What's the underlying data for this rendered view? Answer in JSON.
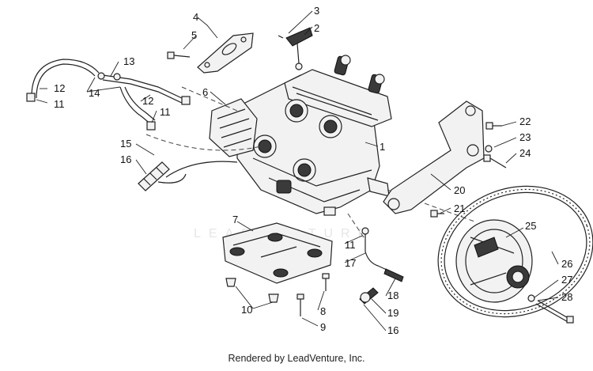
{
  "diagram": {
    "watermark": "LEADVENTURE",
    "callouts": [
      "1",
      "2",
      "3",
      "4",
      "5",
      "6",
      "7",
      "8",
      "9",
      "10",
      "11",
      "11",
      "11",
      "12",
      "12",
      "13",
      "14",
      "15",
      "16",
      "16",
      "17",
      "18",
      "19",
      "20",
      "21",
      "22",
      "23",
      "24",
      "25",
      "26",
      "27",
      "28"
    ]
  },
  "footer": {
    "text": "Rendered by LeadVenture, Inc."
  }
}
